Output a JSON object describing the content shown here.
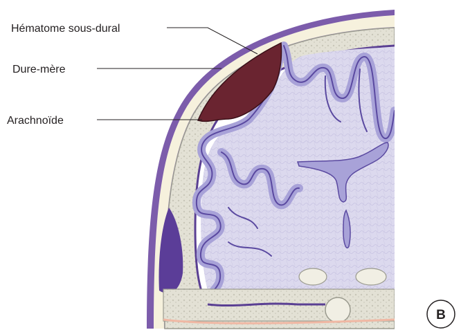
{
  "labels": {
    "subdural_hematoma": "Hématome sous-dural",
    "dura_mater": "Dure-mère",
    "arachnoid": "Arachnoïde"
  },
  "panel": {
    "letter": "B"
  },
  "colors": {
    "scalp_outer": "#7c5cab",
    "scalp_fill": "#f6f1dd",
    "skull_fill": "#e1dfd2",
    "skull_edge": "#9a9a8e",
    "dura": "#5a3f93",
    "brain_fill": "#dcd9ee",
    "cortex": "#a8a2d8",
    "cortex_edge": "#5a49a0",
    "hematoma": "#6a2430",
    "leader_line": "#231f20"
  }
}
